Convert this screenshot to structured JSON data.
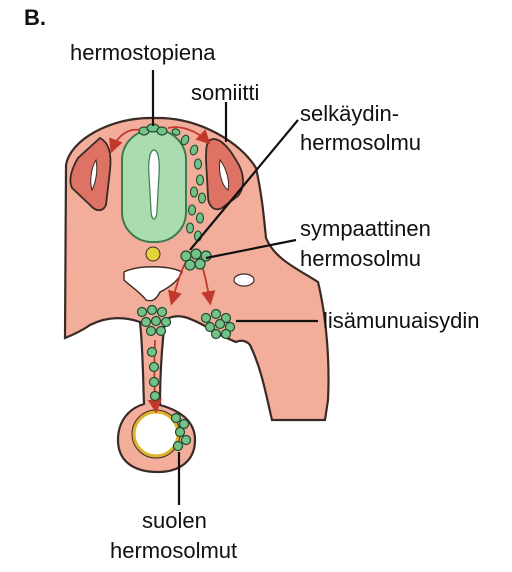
{
  "panel_letter": "B.",
  "labels": {
    "neural_crest": "hermostopiena",
    "somite": "somiitti",
    "dorsal_root_ganglion_line1": "selkäydin-",
    "dorsal_root_ganglion_line2": "hermosolmu",
    "sympathetic_ganglion_line1": "sympaattinen",
    "sympathetic_ganglion_line2": "hermosolmu",
    "adrenal_medulla": "lisämunuaisydin",
    "enteric_ganglia_line1": "suolen",
    "enteric_ganglia_line2": "hermosolmut"
  },
  "colors": {
    "tissue": "#f2ae9a",
    "tissue_outline": "#3a2a26",
    "neural_tube": "#a9dcae",
    "neural_tube_dark": "#3e7a50",
    "somite": "#dd7265",
    "cell": "#74c18a",
    "migration_arrow": "#c0392b",
    "notochord": "#e3d23a",
    "gut_ring": "#e0b12a",
    "leader_line": "#111111"
  }
}
